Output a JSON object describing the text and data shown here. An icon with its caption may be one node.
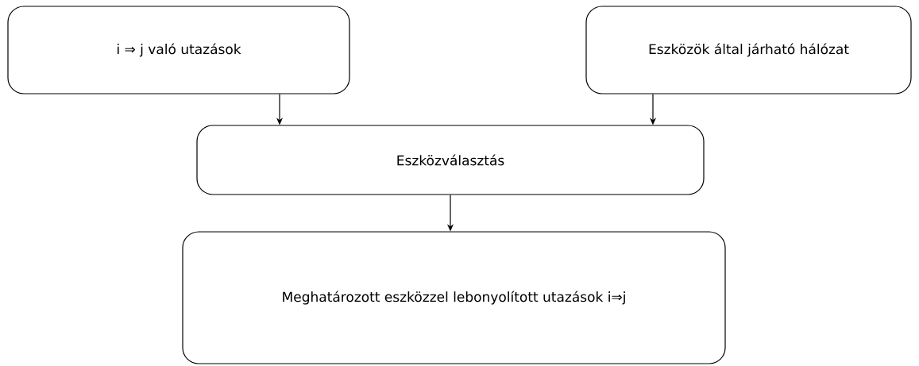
{
  "diagram": {
    "nodes": [
      {
        "text": [
          "i ⇒ j való utazások"
        ]
      },
      {
        "text": [
          "Eszközök által járható hálózat"
        ]
      },
      {
        "text": [
          "Eszközválasztás"
        ]
      },
      {
        "text": [
          "Meghatározott eszközzel lebonyolított utazások i⇒j"
        ]
      }
    ],
    "edges": [
      {
        "from": 0,
        "to": 2,
        "arrow": "to"
      },
      {
        "from": 1,
        "to": 2,
        "arrow": "to"
      },
      {
        "from": 2,
        "to": 3,
        "arrow": "to"
      }
    ]
  }
}
